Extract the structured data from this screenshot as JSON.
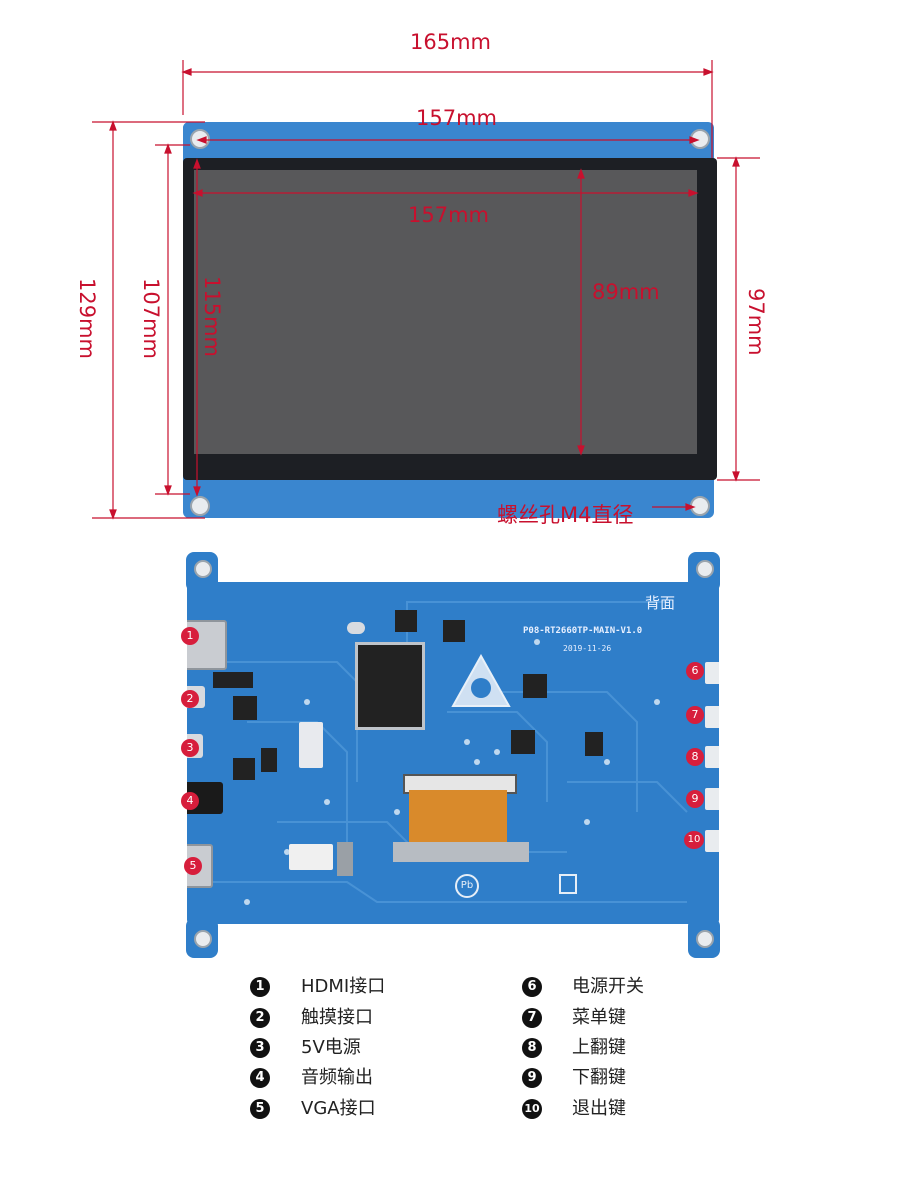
{
  "dimensions": {
    "overall_width": "165mm",
    "hole_spacing_width": "157mm",
    "screen_width": "157mm",
    "screen_height": "89mm",
    "overall_height": "129mm",
    "hole_spacing_height": "107mm",
    "mid_height": "115mm",
    "glass_height": "97mm",
    "screw_hole": "螺丝孔M4直径"
  },
  "back_board": {
    "label": "背面",
    "model": "P08-RT2660TP-MAIN-V1.0",
    "date": "2019-11-26",
    "pins": [
      "1",
      "2",
      "3",
      "4",
      "5",
      "6",
      "7",
      "8",
      "9",
      "10"
    ]
  },
  "legend": {
    "left": [
      {
        "num": "1",
        "label": "HDMI接口"
      },
      {
        "num": "2",
        "label": "触摸接口"
      },
      {
        "num": "3",
        "label": "5V电源"
      },
      {
        "num": "4",
        "label": "音频输出"
      },
      {
        "num": "5",
        "label": "VGA接口"
      }
    ],
    "right": [
      {
        "num": "6",
        "label": "电源开关"
      },
      {
        "num": "7",
        "label": "菜单键"
      },
      {
        "num": "8",
        "label": "上翻键"
      },
      {
        "num": "9",
        "label": "下翻键"
      },
      {
        "num": "10",
        "label": "退出键"
      }
    ]
  },
  "colors": {
    "dimension": "#c8102e",
    "pcb": "#2f7ec9",
    "bezel": "#1d1f24",
    "screen": "#5a5a5c"
  }
}
